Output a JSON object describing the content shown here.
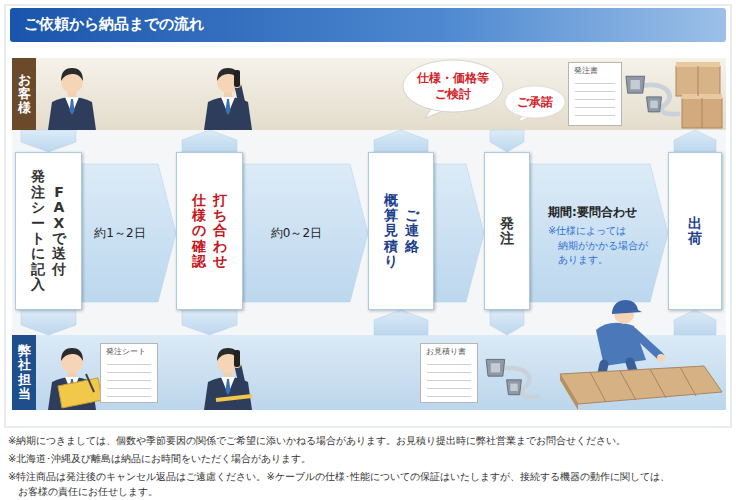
{
  "diagram": {
    "title": "ご依頼から納品までの流れ",
    "nodes": [
      {
        "text": [
          "お客様"
        ]
      },
      {
        "text": [
          "仕様・価格等 ご検討"
        ],
        "in": 0
      },
      {
        "text": [
          "ご承諾"
        ],
        "in": 0
      },
      {
        "text": [
          "発注書"
        ],
        "in": 0
      },
      {
        "text": [
          "FAXで送付",
          "発注シートに記入"
        ]
      },
      {
        "text": [
          "打ち合わせ",
          "仕様の確認"
        ]
      },
      {
        "text": [
          "ご連絡",
          "概算見積り"
        ]
      },
      {
        "text": [
          "発注"
        ]
      },
      {
        "text": [
          "出荷"
        ]
      },
      {
        "text": [
          "弊社担当"
        ]
      },
      {
        "text": [
          "発注シート"
        ],
        "in": 9
      },
      {
        "text": [
          "お見積り書"
        ],
        "in": 9
      }
    ],
    "edges": [
      {
        "from": 0,
        "to": 4,
        "arrow": "to"
      },
      {
        "from": 4,
        "to": 9,
        "arrow": "to"
      },
      {
        "from": 4,
        "to": 5,
        "arrow": "to",
        "label": "約1～2日"
      },
      {
        "from": 5,
        "to": 0,
        "arrow": "to"
      },
      {
        "from": 5,
        "to": 9,
        "arrow": "to"
      },
      {
        "from": 5,
        "to": 6,
        "arrow": "to",
        "label": "約0～2日"
      },
      {
        "from": 6,
        "to": 0,
        "arrow": "to"
      },
      {
        "from": 9,
        "to": 6,
        "arrow": "to"
      },
      {
        "from": 6,
        "to": 7,
        "arrow": "to"
      },
      {
        "from": 0,
        "to": 7,
        "arrow": "to"
      },
      {
        "from": 7,
        "to": 9,
        "arrow": "to"
      },
      {
        "from": 7,
        "to": 8,
        "arrow": "to",
        "label": "期間:要問合わせ"
      },
      {
        "from": 9,
        "to": 8,
        "arrow": "to"
      },
      {
        "from": 8,
        "to": 0,
        "arrow": "to"
      }
    ],
    "labels": [
      "※仕様によっては 納期がかかる場合が あります。",
      "※納期につきましては、個数や季節要因の関係でご希望に添いかねる場合があります。お見積り提出時に弊社営業までお問合せください。",
      "※北海道･沖縄及び離島は納品にお時間をいただく場合があります。",
      "※特注商品は発注後のキャンセル返品はご遠慮ください。※ケーブルの仕様･性能についての保証はいたしますが、接続する機器の動作に関しては、 お客様の責任にお任せします。"
    ]
  }
}
